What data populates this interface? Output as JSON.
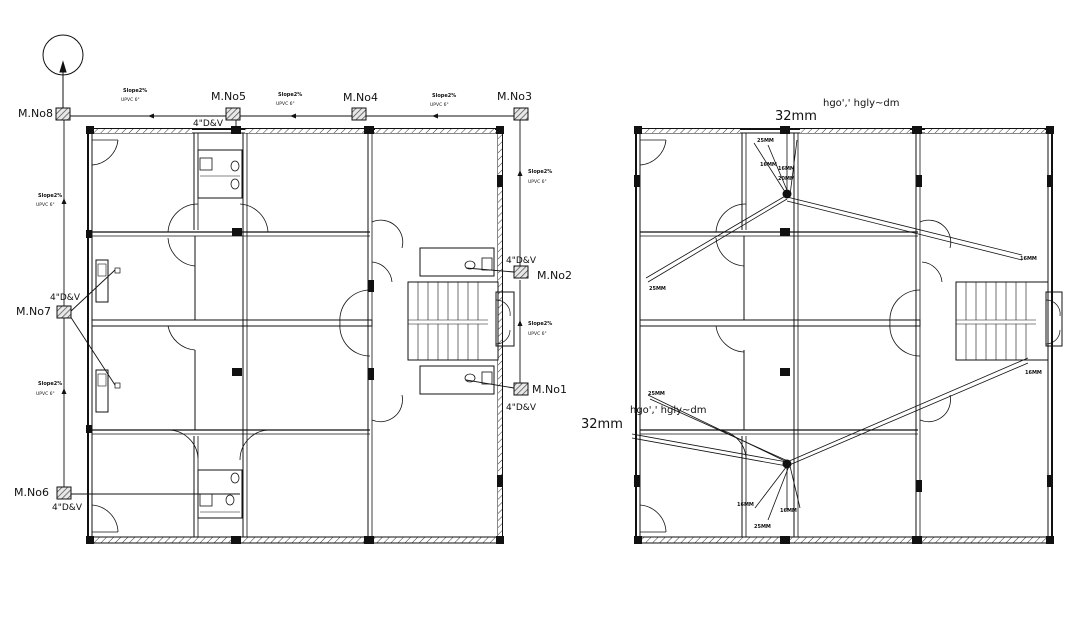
{
  "left_plan": {
    "manholes": {
      "m1": "M.No1",
      "m2": "M.No2",
      "m3": "M.No3",
      "m4": "M.No4",
      "m5": "M.No5",
      "m6": "M.No6",
      "m7": "M.No7",
      "m8": "M.No8"
    },
    "dv_labels": {
      "top": "4\"D&V",
      "right_upper": "4\"D&V",
      "right_lower": "4\"D&V",
      "left_middle": "4\"D&V",
      "left_lower": "4\"D&V"
    },
    "slope_notes": {
      "top_1": [
        "Slope2%",
        "UPVC 6\""
      ],
      "top_2": [
        "Slope2%",
        "UPVC 6\""
      ],
      "top_3": [
        "Slope2%",
        "UPVC 6\""
      ],
      "right_1": [
        "Slope2%",
        "UPVC 6\""
      ],
      "right_2": [
        "Slope2%",
        "UPVC 6\""
      ],
      "left_1": [
        "Slope2%",
        "UPVC 6\""
      ],
      "left_2": [
        "Slope2%",
        "UPVC 6\""
      ]
    }
  },
  "right_plan": {
    "pipe_top": "32mm",
    "note_top": "hgo',' hgly~dm",
    "pipe_left": "32mm",
    "note_left": "hgo',' hgly~dm",
    "small_labels": {
      "t1": "25MM",
      "t2": "16MM",
      "t3": "16MM",
      "t4": "20MM",
      "r1": "16MM",
      "l1": "25MM",
      "l2": "25MM",
      "r2": "16MM",
      "b1": "16MM",
      "b2": "25MM",
      "b3": "16MM"
    }
  },
  "colors": {
    "line": "#111111",
    "hatch_fill": "#9a9a9a"
  }
}
